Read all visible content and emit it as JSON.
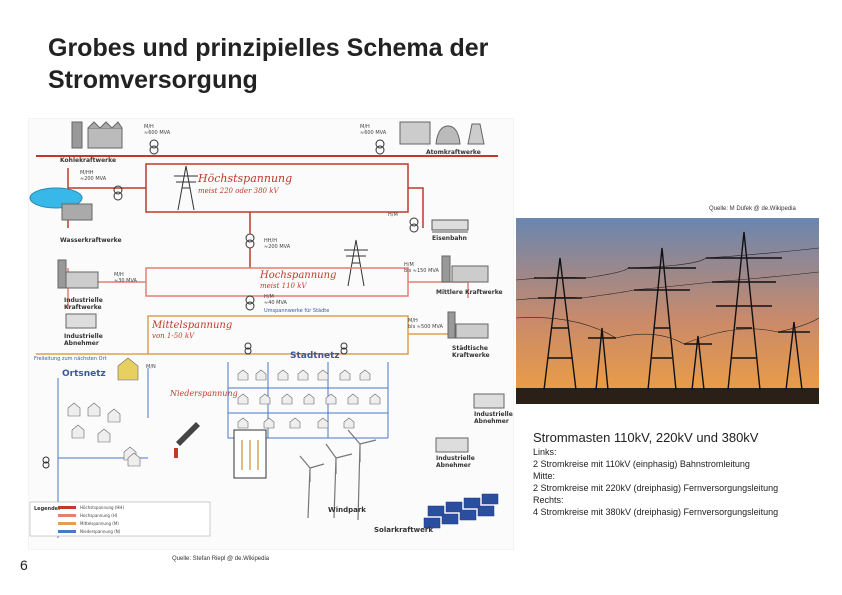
{
  "slide": {
    "title_line1": "Grobes und prinzipielles Schema der",
    "title_line2": "Stromversorgung",
    "page_number": "6",
    "source_photo": "Quelle: M Dufek @ de.Wikipedia",
    "source_diagram": "Quelle: Stefan Riepl @ de.Wikipedia"
  },
  "diagram": {
    "kohle": "Kohlekraftwerke",
    "kohle_rating": "M/H",
    "kohle_rating2": "≈600 MVA",
    "atom": "Atomkraftwerke",
    "atom_rating": "M/H",
    "atom_rating2": "≈600 MVA",
    "wasser": "Wasserkraftwerke",
    "wasser_rating": "M/HH",
    "wasser_rating2": "≈200 MVA",
    "hoechst_title": "Höchstspannung",
    "hoechst_sub": "meist 220 oder 380 kV",
    "eisenbahn": "Eisenbahn",
    "eisenbahn_rating": "H/M",
    "hh_rating": "HH/H",
    "hh_rating2": "≈200 MVA",
    "hoch_title": "Hochspannung",
    "hoch_sub": "meist 110 kV",
    "mittlere": "Mittlere Kraftwerke",
    "mittlere_rating": "H/M",
    "mittlere_rating2": "bis ≈150 MVA",
    "industrie": "Industrielle Kraftwerke",
    "industrie_rating": "M/H",
    "industrie_rating2": "≈30 MVA",
    "hm_rating": "H/M",
    "hm_rating2": "≈40 MVA",
    "umspannwerk": "Umspannwerke für Städte",
    "mittel_title": "Mittelspannung",
    "mittel_sub": "von 1-50 kV",
    "ind_abnehmer": "Industrielle Abnehmer",
    "staedtische": "Städtische Kraftwerke",
    "staedt_rating": "M/H",
    "staedt_rating2": "bis ≈500 MVA",
    "ort_label": "Freileitung zum nächsten Ort",
    "ortsnetz": "Ortsnetz",
    "stadtnetz": "Stadtnetz",
    "niederspannung": "Niederspannung",
    "mn_rating": "M/N",
    "windpark": "Windpark",
    "solar": "Solarkraftwerk",
    "legende": "Legende:",
    "legend_items": [
      "Höchstspannung (HH)",
      "Hochspannung (H)",
      "Mittelspannung (M)",
      "Niederspannung (N)"
    ],
    "ind_abnehmer2": "Industrielle Abnehmer",
    "ind_abnehmer3": "Industrielle Abnehmer"
  },
  "caption": {
    "heading": "Strommasten 110kV, 220kV und 380kV",
    "lines": [
      "Links:",
      "2 Stromkreise mit 110kV (einphasig) Bahnstromleitung",
      "Mitte:",
      "2 Stromkreise mit 220kV (dreiphasig) Fernversorgungsleitung",
      "Rechts:",
      "4 Stromkreise mit 380kV (dreiphasig) Fernversorgungsleitung"
    ]
  },
  "colors": {
    "hoechst": "#c0392b",
    "hoch": "#e67e73",
    "mittel": "#e0a050",
    "nieder": "#4a78c8",
    "sky_top": "#6a86b0",
    "sky_bottom": "#f0a040"
  }
}
